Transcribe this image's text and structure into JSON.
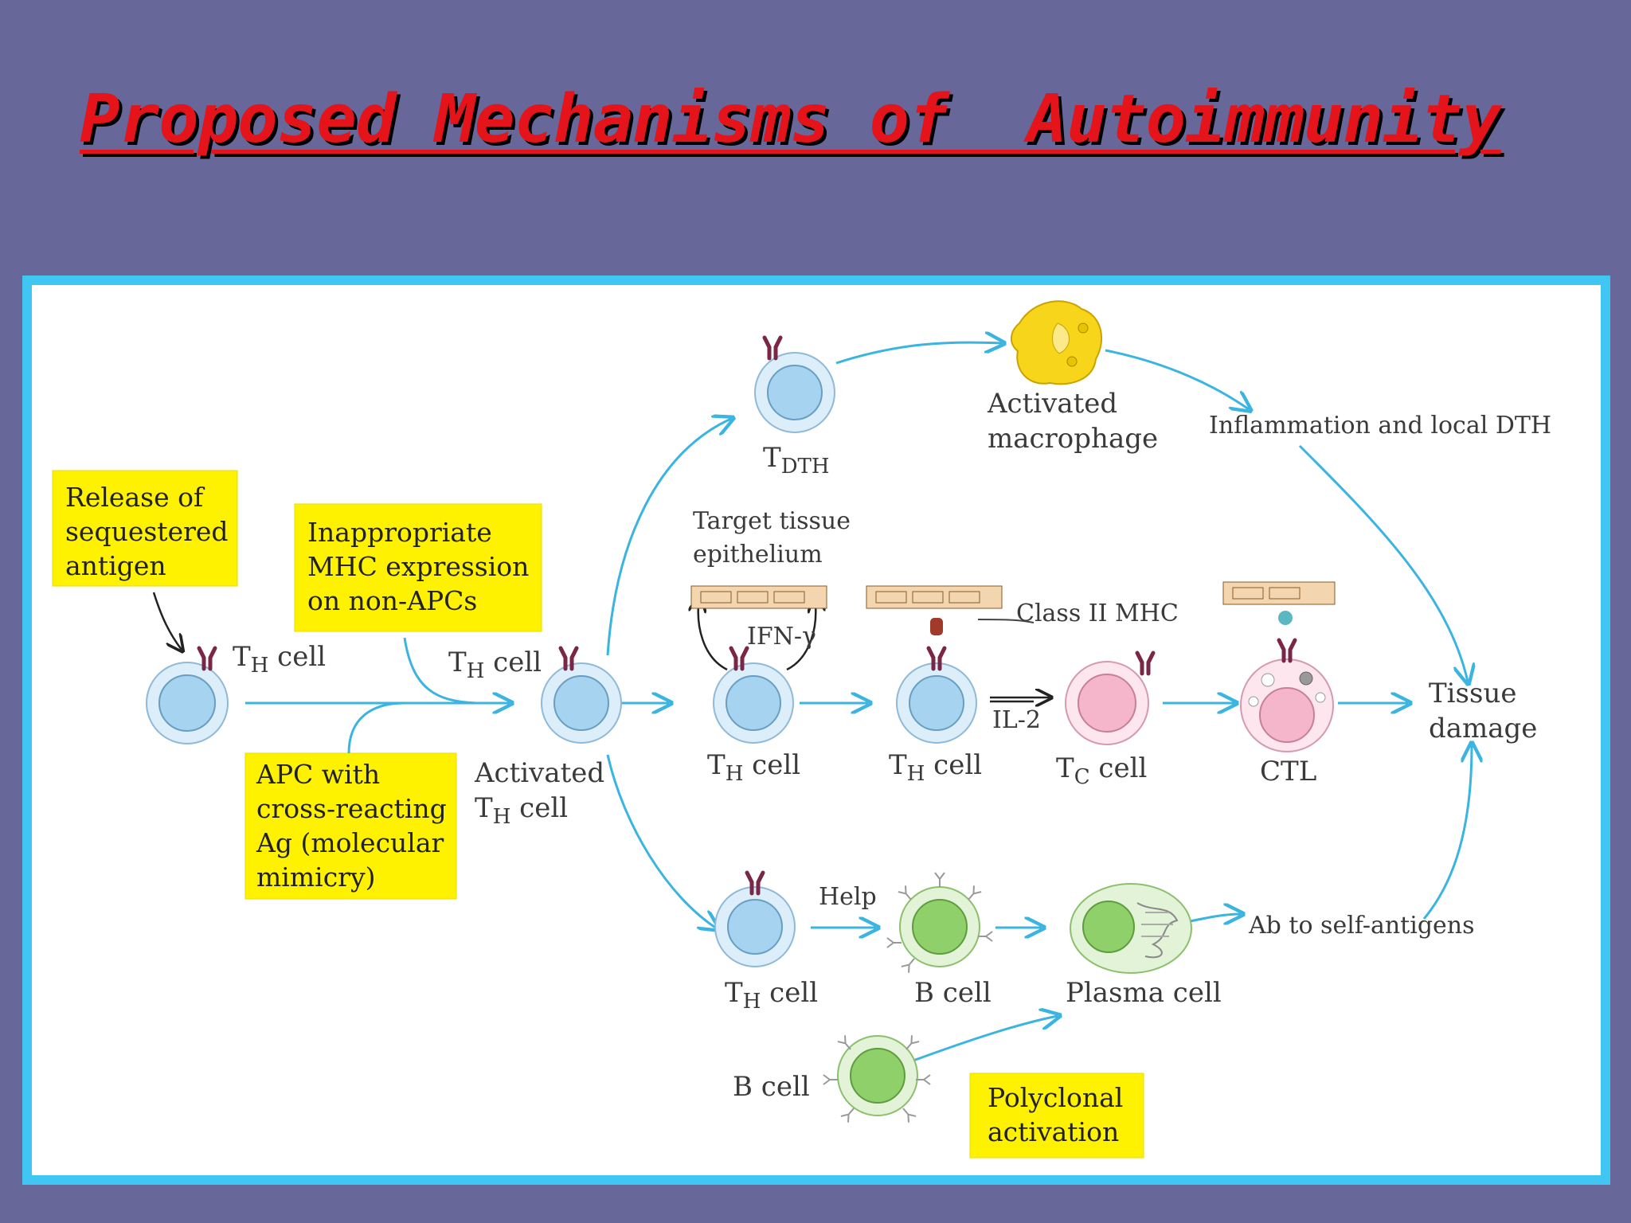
{
  "title": "Proposed Mechanisms of  Autoimmunity",
  "colors": {
    "background": "#67679a",
    "frame": "#3fc6f2",
    "title": "#e4141a",
    "callout": "#fff200",
    "arrow": "#3ab4e0",
    "th_cell": "#a6d3ef",
    "tc_cell": "#f5b6cc",
    "b_cell": "#a8d88a",
    "macrophage": "#f6d51a"
  },
  "callouts": {
    "sequestered": [
      "Release of",
      "sequestered",
      "antigen"
    ],
    "mhc": [
      "Inappropriate",
      "MHC expression",
      "on non-APCs"
    ],
    "apc": [
      "APC with",
      "cross-reacting",
      "Ag (molecular",
      "mimicry)"
    ],
    "polyclonal": [
      "Polyclonal",
      "activation"
    ]
  },
  "labels": {
    "th_prefix": "T",
    "th_sub": "H",
    "cell_suffix": " cell",
    "tdth_prefix": "T",
    "tdth_sub": "DTH",
    "tc_prefix": "T",
    "tc_sub": "C",
    "activated_th": "Activated",
    "activated_macrophage": [
      "Activated",
      "macrophage"
    ],
    "inflammation": "Inflammation and local DTH",
    "target_tissue": [
      "Target tissue",
      "epithelium"
    ],
    "ifn": "IFN-γ",
    "class2": "Class II MHC",
    "il2": "IL-2",
    "ctl": "CTL",
    "tissue_damage": [
      "Tissue",
      "damage"
    ],
    "help": "Help",
    "b_cell": "B cell",
    "plasma_cell": "Plasma cell",
    "ab_self": "Ab to self-antigens"
  }
}
